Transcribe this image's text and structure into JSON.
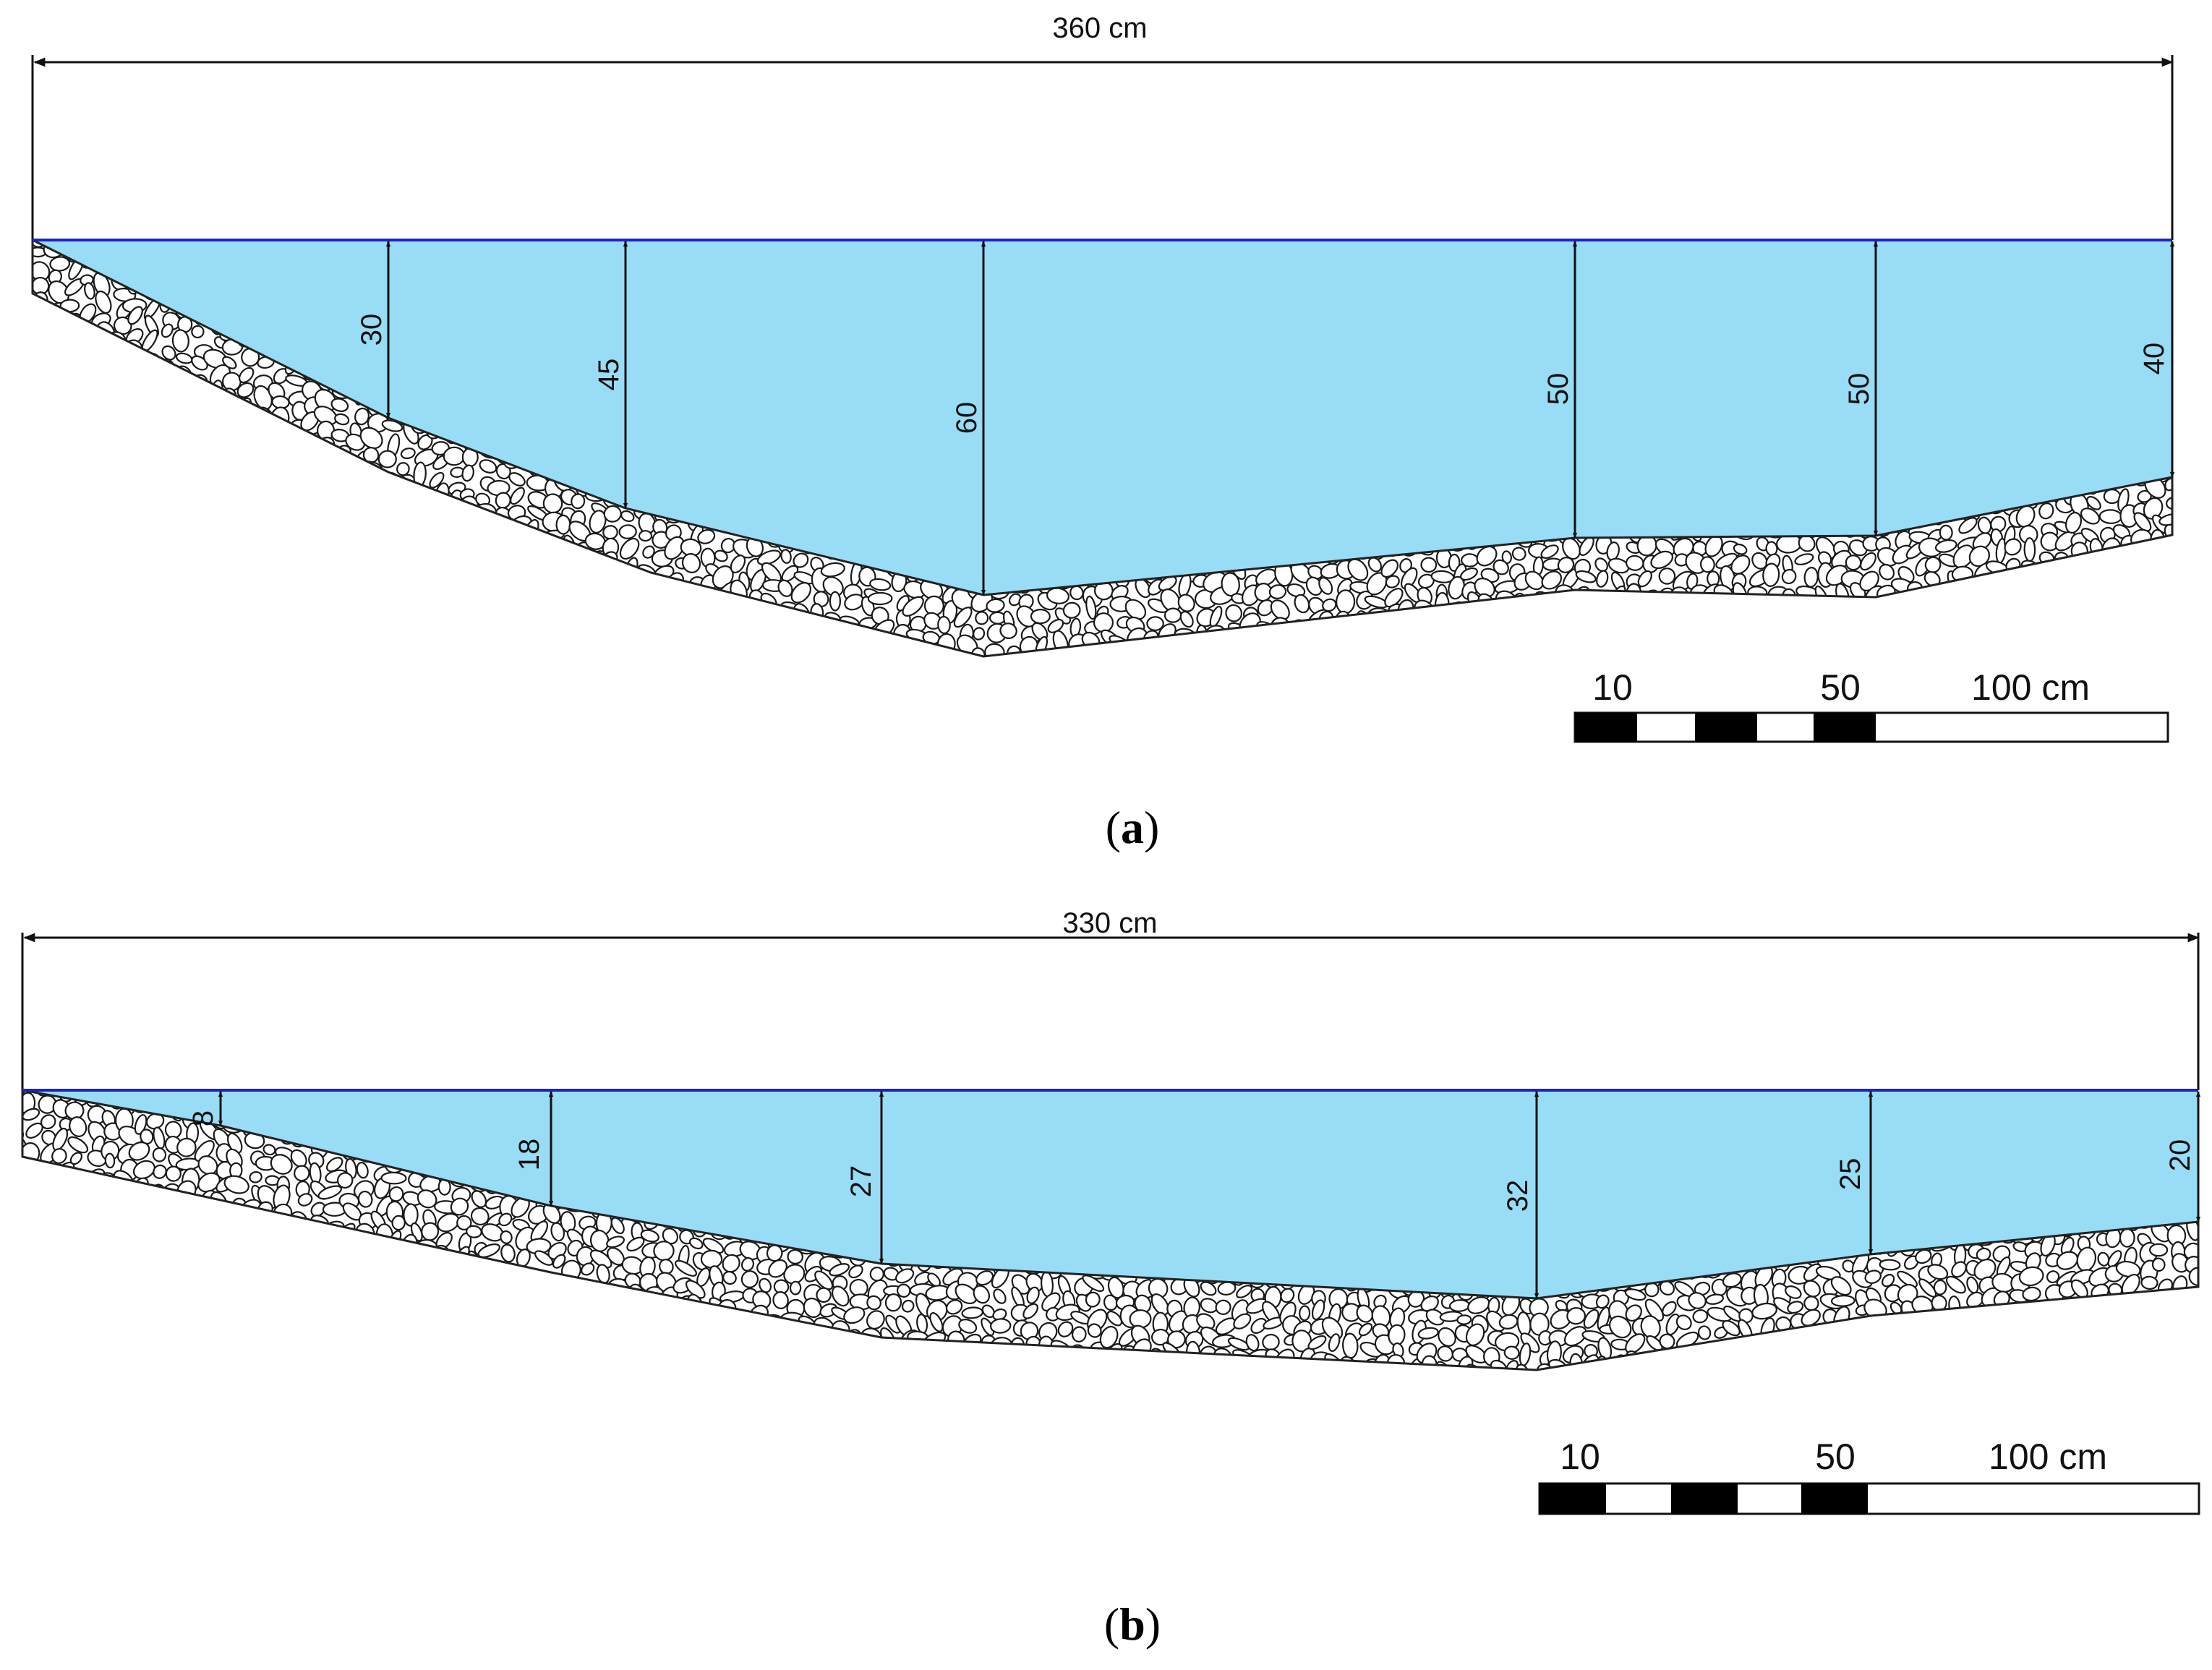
{
  "colors": {
    "water": "#99dcf5",
    "surface_line": "#1a22c8",
    "ink": "#111111",
    "stone_fill": "#ffffff",
    "stone_stroke": "#1a1a1a"
  },
  "icons": {
    "arrow": "arrowhead",
    "stone": "cobble-stone-pattern"
  },
  "panels": [
    {
      "id": "a",
      "caption": {
        "open": "(",
        "letter": "a",
        "close": ")"
      },
      "width_label": "360 cm",
      "depths": [
        "30",
        "45",
        "60",
        "50",
        "50",
        "40"
      ],
      "scale": {
        "labels": [
          "10",
          "50",
          "100 cm"
        ]
      }
    },
    {
      "id": "b",
      "caption": {
        "open": "(",
        "letter": "b",
        "close": ")"
      },
      "width_label": "330 cm",
      "depths": [
        "8",
        "18",
        "27",
        "32",
        "25",
        "20"
      ],
      "scale": {
        "labels": [
          "10",
          "50",
          "100 cm"
        ]
      }
    }
  ]
}
